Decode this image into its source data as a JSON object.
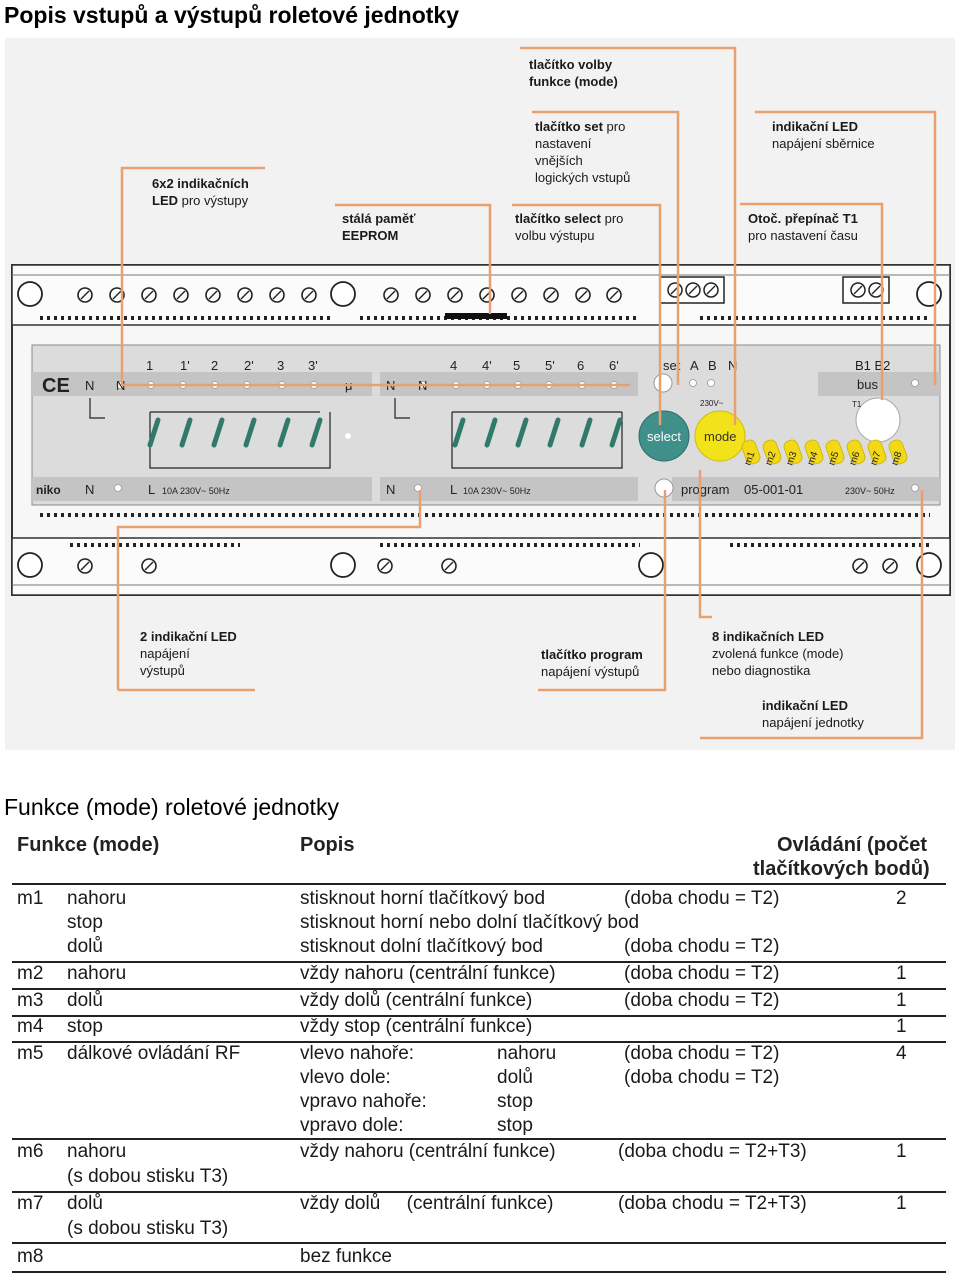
{
  "section1_title": "Popis vstupů a výstupů roletové jednotky",
  "section2_title": "Funkce (mode) roletové jednotky",
  "device": {
    "top_terminals": [
      "1",
      "1'",
      "2",
      "2'",
      "3",
      "3'",
      "4",
      "4'",
      "5",
      "5'",
      "6",
      "6'"
    ],
    "left_block": {
      "n1": "N",
      "n2": "N",
      "mu": "μ"
    },
    "right_block": {
      "n1": "N",
      "n2": "N"
    },
    "set_label": "set",
    "a_label": "A",
    "b_label": "B",
    "n_label": "N",
    "b1b2_label": "B1 B2",
    "bus_label": "bus",
    "t1_label": "T1",
    "voltage_small": "230V~",
    "select_label": "select",
    "mode_label": "mode",
    "mode_leds": [
      "m1",
      "m2",
      "m3",
      "m4",
      "m5",
      "m6",
      "m7",
      "m8"
    ],
    "brand": "niko",
    "bottom_left": {
      "n": "N",
      "l": "L",
      "rating": "10A  230V~ 50Hz"
    },
    "bottom_mid": {
      "n": "N",
      "l": "L",
      "rating": "10A  230V~ 50Hz"
    },
    "program_label": "program",
    "model": "05-001-01",
    "bottom_right_rating": "230V~ 50Hz",
    "ce_mark": "CE"
  },
  "callouts": {
    "mode_button": {
      "bold": "tlačítko volby",
      "bold2": "funkce (mode)"
    },
    "set_button": {
      "bold": "tlačítko set",
      "rest": " pro",
      "lines": [
        "nastavení",
        "vnějších",
        "logických vstupů"
      ]
    },
    "bus_led": {
      "bold": "indikační LED",
      "lines": [
        "napájení sběrnice"
      ]
    },
    "output_leds": {
      "bold": "6x2 indikačních",
      "bold2": "LED",
      "rest2": " pro výstupy"
    },
    "eeprom": {
      "line1": "stálá paměť",
      "line2": "EEPROM"
    },
    "select_button": {
      "bold": "tlačítko select",
      "rest": " pro",
      "lines": [
        "volbu výstupu"
      ]
    },
    "switch_t1": {
      "bold": "Otoč. přepínač T1",
      "lines": [
        "pro nastavení času"
      ]
    },
    "power_leds": {
      "bold": "2 indikační LED",
      "lines": [
        "napájení",
        "výstupů"
      ]
    },
    "program_button": {
      "bold": "tlačítko program",
      "lines": [
        "napájení výstupů"
      ]
    },
    "mode_leds": {
      "bold": "8 indikačních LED",
      "lines": [
        "zvolená funkce (mode)",
        "nebo diagnostika"
      ]
    },
    "unit_led": {
      "bold": "indikační LED",
      "lines": [
        "napájení jednotky"
      ]
    }
  },
  "table": {
    "headers": {
      "col1": "Funkce (mode)",
      "col2": "Popis",
      "col3_line1": "Ovládání (počet",
      "col3_line2": "tlačítkových bodů)"
    },
    "rows": [
      {
        "mode": "m1",
        "lines": [
          {
            "name": "nahoru",
            "desc": "stisknout horní tlačítkový bod",
            "time": "(doba chodu = T2)",
            "count": "2"
          },
          {
            "name": "stop",
            "desc": "stisknout horní nebo dolní tlačítkový bod",
            "time": "",
            "count": ""
          },
          {
            "name": "dolů",
            "desc": "stisknout dolní tlačítkový bod",
            "time": "(doba chodu = T2)",
            "count": ""
          }
        ]
      },
      {
        "mode": "m2",
        "lines": [
          {
            "name": "nahoru",
            "desc": "vždy nahoru (centrální funkce)",
            "time": "(doba chodu = T2)",
            "count": "1"
          }
        ]
      },
      {
        "mode": "m3",
        "lines": [
          {
            "name": "dolů",
            "desc": "vždy dolů (centrální funkce)",
            "time": "(doba chodu = T2)",
            "count": "1"
          }
        ]
      },
      {
        "mode": "m4",
        "lines": [
          {
            "name": "stop",
            "desc": "vždy stop (centrální funkce)",
            "time": "",
            "count": "1"
          }
        ]
      },
      {
        "mode": "m5",
        "lines": [
          {
            "name": "dálkové ovládání RF",
            "desc": "vlevo nahoře:",
            "action": "nahoru",
            "time": "(doba chodu = T2)",
            "count": "4"
          },
          {
            "name": "",
            "desc": "vlevo dole:",
            "action": "dolů",
            "time": "(doba chodu = T2)",
            "count": ""
          },
          {
            "name": "",
            "desc": "vpravo nahoře:",
            "action": "stop",
            "time": "",
            "count": ""
          },
          {
            "name": "",
            "desc": "vpravo dole:",
            "action": "stop",
            "time": "",
            "count": ""
          }
        ]
      },
      {
        "mode": "m6",
        "lines": [
          {
            "name": "nahoru",
            "desc": "vždy nahoru (centrální funkce)",
            "time": "(doba chodu = T2+T3)",
            "count": "1"
          },
          {
            "name": "(s dobou stisku T3)",
            "desc": "",
            "time": "",
            "count": ""
          }
        ]
      },
      {
        "mode": "m7",
        "lines": [
          {
            "name": "dolů",
            "desc": "vždy dolů     (centrální funkce)",
            "time": "(doba chodu = T2+T3)",
            "count": "1"
          },
          {
            "name": "(s dobou stisku T3)",
            "desc": "",
            "time": "",
            "count": ""
          }
        ]
      },
      {
        "mode": "m8",
        "lines": [
          {
            "name": "",
            "desc": "bez funkce",
            "time": "",
            "count": ""
          }
        ]
      }
    ]
  },
  "colors": {
    "callout_line": "#e8a070",
    "select_button": "#3f8f8a",
    "mode_button": "#f2e21a",
    "mode_leds": "#f2d816",
    "switch_strip": "#2f7a6a",
    "panel": "#dcdcdc",
    "panel_dark": "#c4c4c4"
  }
}
